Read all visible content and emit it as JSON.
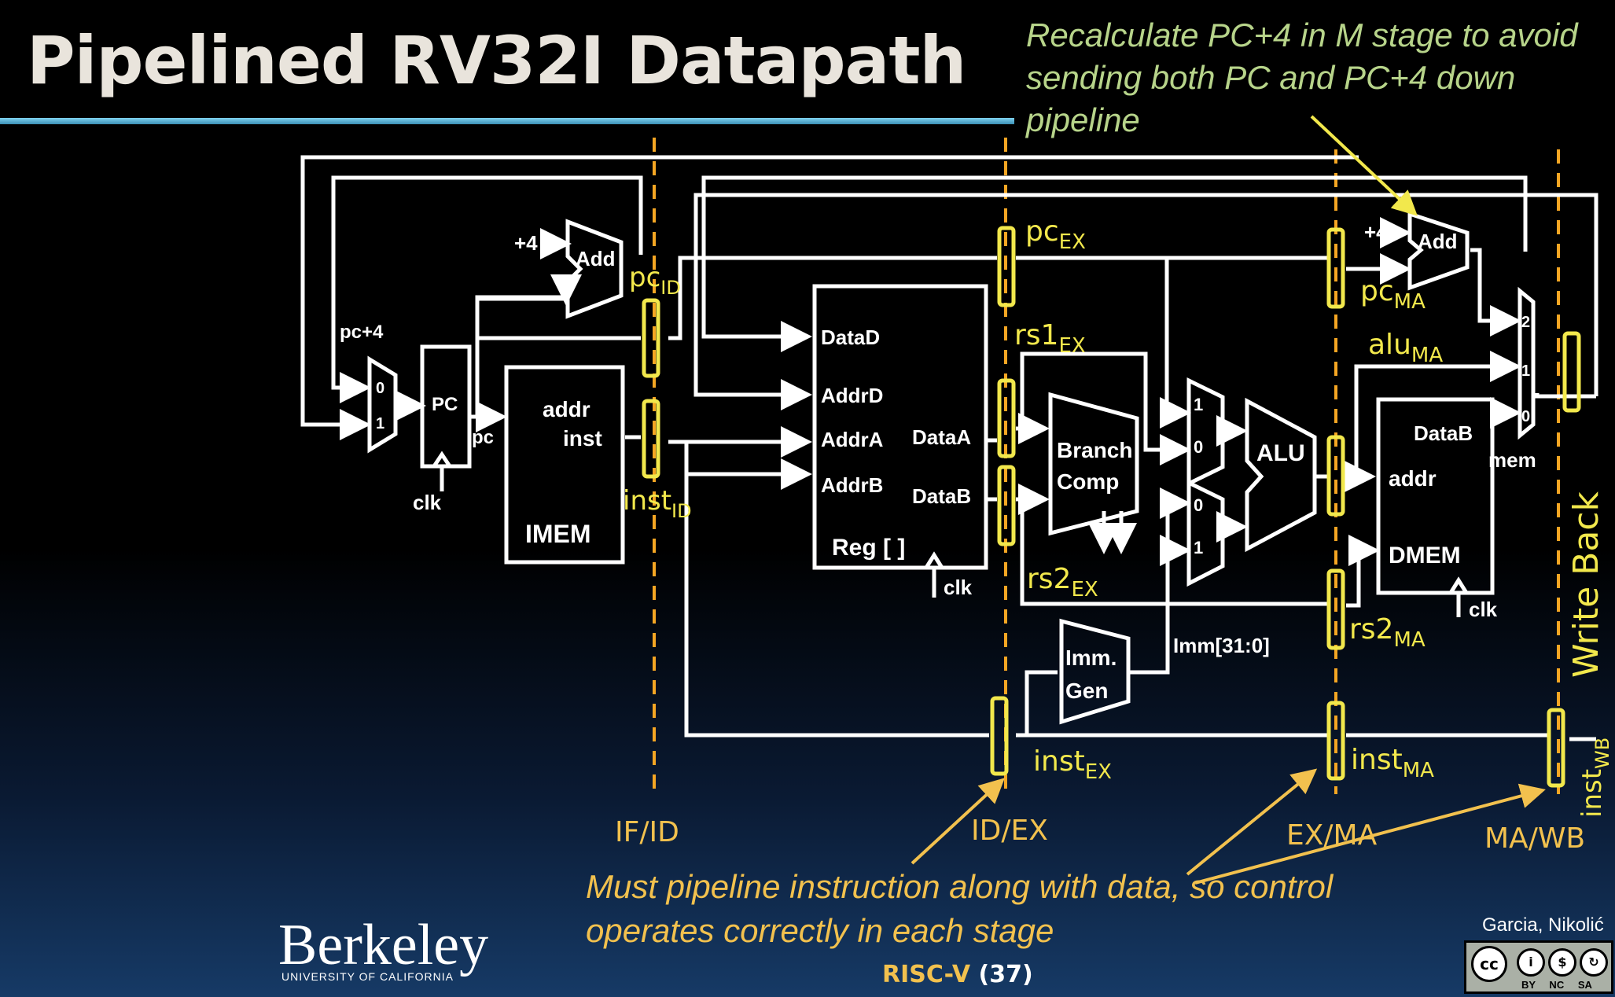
{
  "title": "Pipelined RV32I Datapath",
  "notes": {
    "top_right": "Recalculate PC+4 in M stage to avoid sending both PC and PC+4 down pipeline",
    "bottom": "Must pipeline instruction along with data, so control operates correctly in each stage"
  },
  "colors": {
    "wire": "#ffffff",
    "pipeline_register": "#f2e84c",
    "stage_boundary": "#f5a623",
    "label_yellow": "#f2e84c",
    "note_green": "#b7d48a",
    "note_yellow": "#f2c14e"
  },
  "blocks": {
    "pc": "PC",
    "clk": "clk",
    "pc_plus4_label": "pc+4",
    "pc_wire_label": "pc",
    "plus4": "+4",
    "add": "Add",
    "imem": {
      "name": "IMEM",
      "addr": "addr",
      "inst": "inst"
    },
    "regfile": {
      "name": "Reg [ ]",
      "ports": [
        "DataD",
        "AddrD",
        "AddrA",
        "AddrB"
      ],
      "data_a": "DataA",
      "data_b": "DataB"
    },
    "branch_comp": [
      "Branch",
      "Comp"
    ],
    "imm_gen": [
      "Imm.",
      "Gen"
    ],
    "imm_label": "Imm[31:0]",
    "alu": "ALU",
    "dmem": {
      "name": "DMEM",
      "addr": "addr",
      "data_b": "DataB"
    },
    "mem_label": "mem",
    "mux_pc_inputs": [
      "0",
      "1"
    ],
    "mux_a_inputs": [
      "1",
      "0"
    ],
    "mux_b_inputs": [
      "0",
      "1"
    ],
    "mux_wb_inputs": [
      "2",
      "1",
      "0"
    ],
    "write_back": "Write Back"
  },
  "pipeline_labels": [
    {
      "base": "pc",
      "sub": "ID"
    },
    {
      "base": "inst",
      "sub": "ID"
    },
    {
      "base": "pc",
      "sub": "EX"
    },
    {
      "base": "rs1",
      "sub": "EX"
    },
    {
      "base": "rs2",
      "sub": "EX"
    },
    {
      "base": "inst",
      "sub": "EX"
    },
    {
      "base": "pc",
      "sub": "MA"
    },
    {
      "base": "alu",
      "sub": "MA"
    },
    {
      "base": "rs2",
      "sub": "MA"
    },
    {
      "base": "inst",
      "sub": "MA"
    },
    {
      "base": "inst",
      "sub": "WB"
    }
  ],
  "stages": [
    "IF/ID",
    "ID/EX",
    "EX/MA",
    "MA/WB"
  ],
  "footer": {
    "course": "RISC-V",
    "page": "(37)"
  },
  "logo": {
    "name": "Berkeley",
    "sub": "UNIVERSITY OF CALIFORNIA"
  },
  "author": "Garcia, Nikolić",
  "license": {
    "icons": [
      "cc",
      "by",
      "nc",
      "sa"
    ],
    "labels": "BY NC SA"
  }
}
